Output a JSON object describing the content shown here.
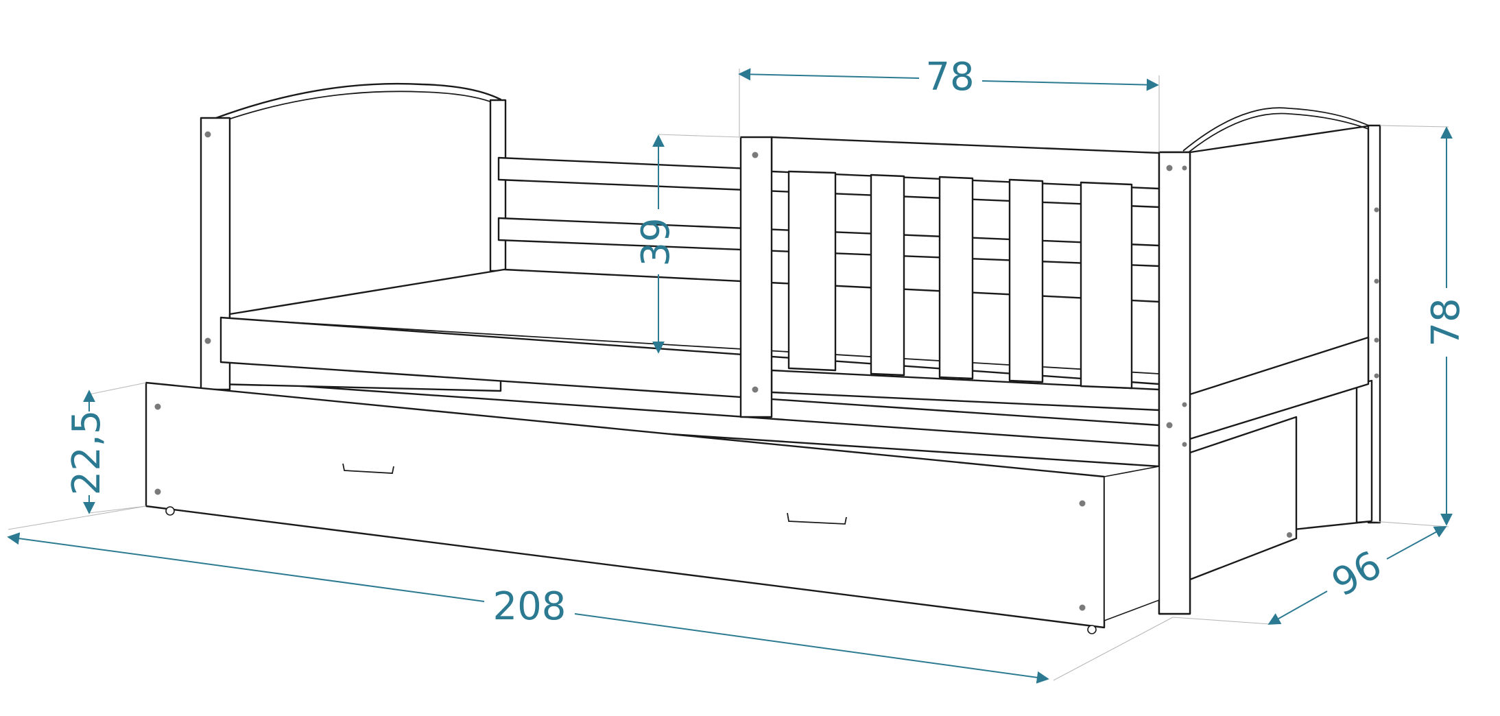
{
  "colors": {
    "dimension": "#2b7a92",
    "outline": "#1a1a1a"
  },
  "dimensions": {
    "total_length": "208",
    "depth": "96",
    "height": "78",
    "barrier_length": "78",
    "barrier_height": "39",
    "drawer_height": "22,5"
  }
}
